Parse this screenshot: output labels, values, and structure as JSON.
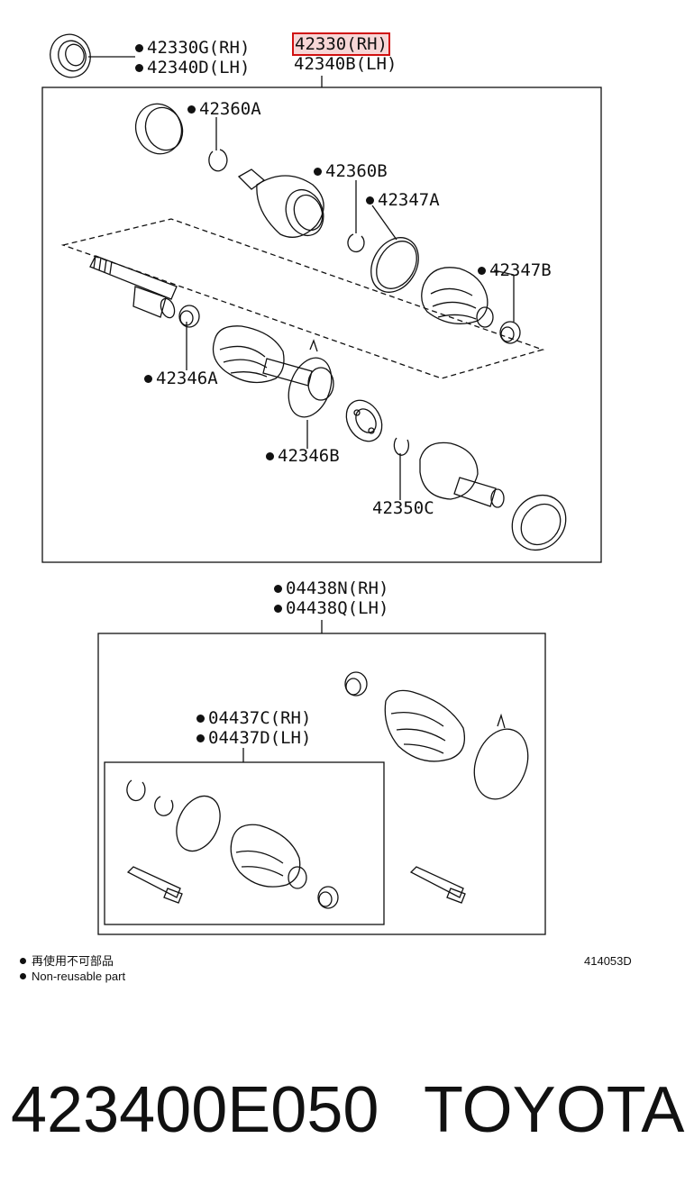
{
  "callouts": {
    "seal_rh": "42330G(RH)",
    "seal_lh": "42340D(LH)",
    "shaft_rh": "42330(RH)",
    "shaft_lh": "42340B(LH)",
    "p42360a": "42360A",
    "p42360b": "42360B",
    "p42347a": "42347A",
    "p42347b": "42347B",
    "p42346a": "42346A",
    "p42346b": "42346B",
    "p42350c": "42350C",
    "kit_rh": "04438N(RH)",
    "kit_lh": "04438Q(LH)",
    "subkit_rh": "04437C(RH)",
    "subkit_lh": "04437D(LH)"
  },
  "legend": {
    "jp": "再使用不可部品",
    "en": "Non-reusable part"
  },
  "figure_code": "414053D",
  "footer": {
    "part_number": "423400E050",
    "brand": "TOYOTA"
  },
  "colors": {
    "highlight_border": "#d01010",
    "highlight_fill": "#f7d6d6",
    "ink": "#111111"
  }
}
